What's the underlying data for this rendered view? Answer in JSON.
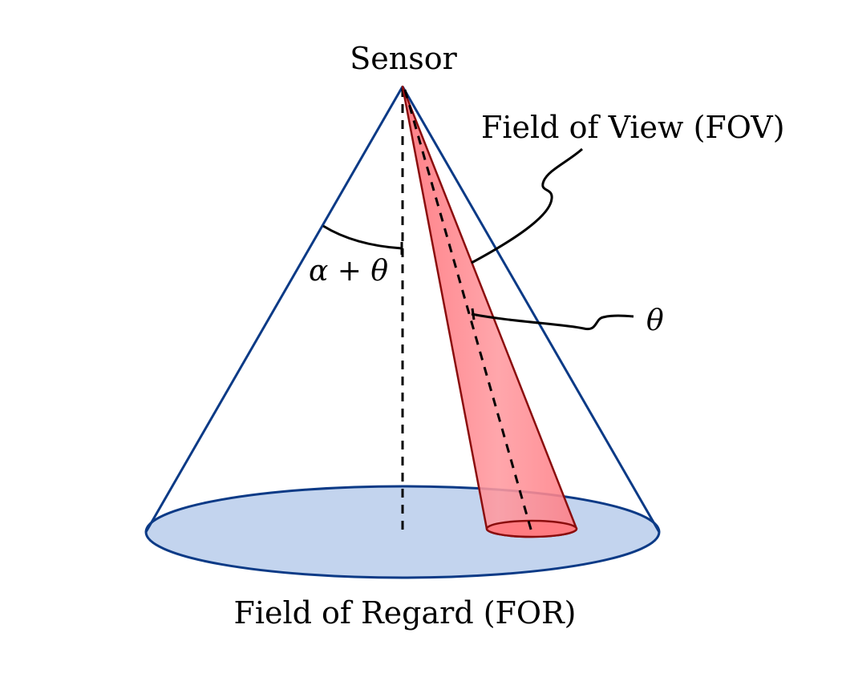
{
  "labels": {
    "sensor": "Sensor",
    "fov": "Field of View (FOV)",
    "for": "Field of Regard (FOR)",
    "alpha_plus_theta": "α + θ",
    "theta": "θ"
  },
  "colors": {
    "for_cone_outline": "#0b3a86",
    "for_base_fill": "#c3d4ee",
    "fov_cone_fill": "#ff8a8f",
    "fov_cone_outline": "#8b0d0d",
    "leader_lines": "#000000"
  }
}
